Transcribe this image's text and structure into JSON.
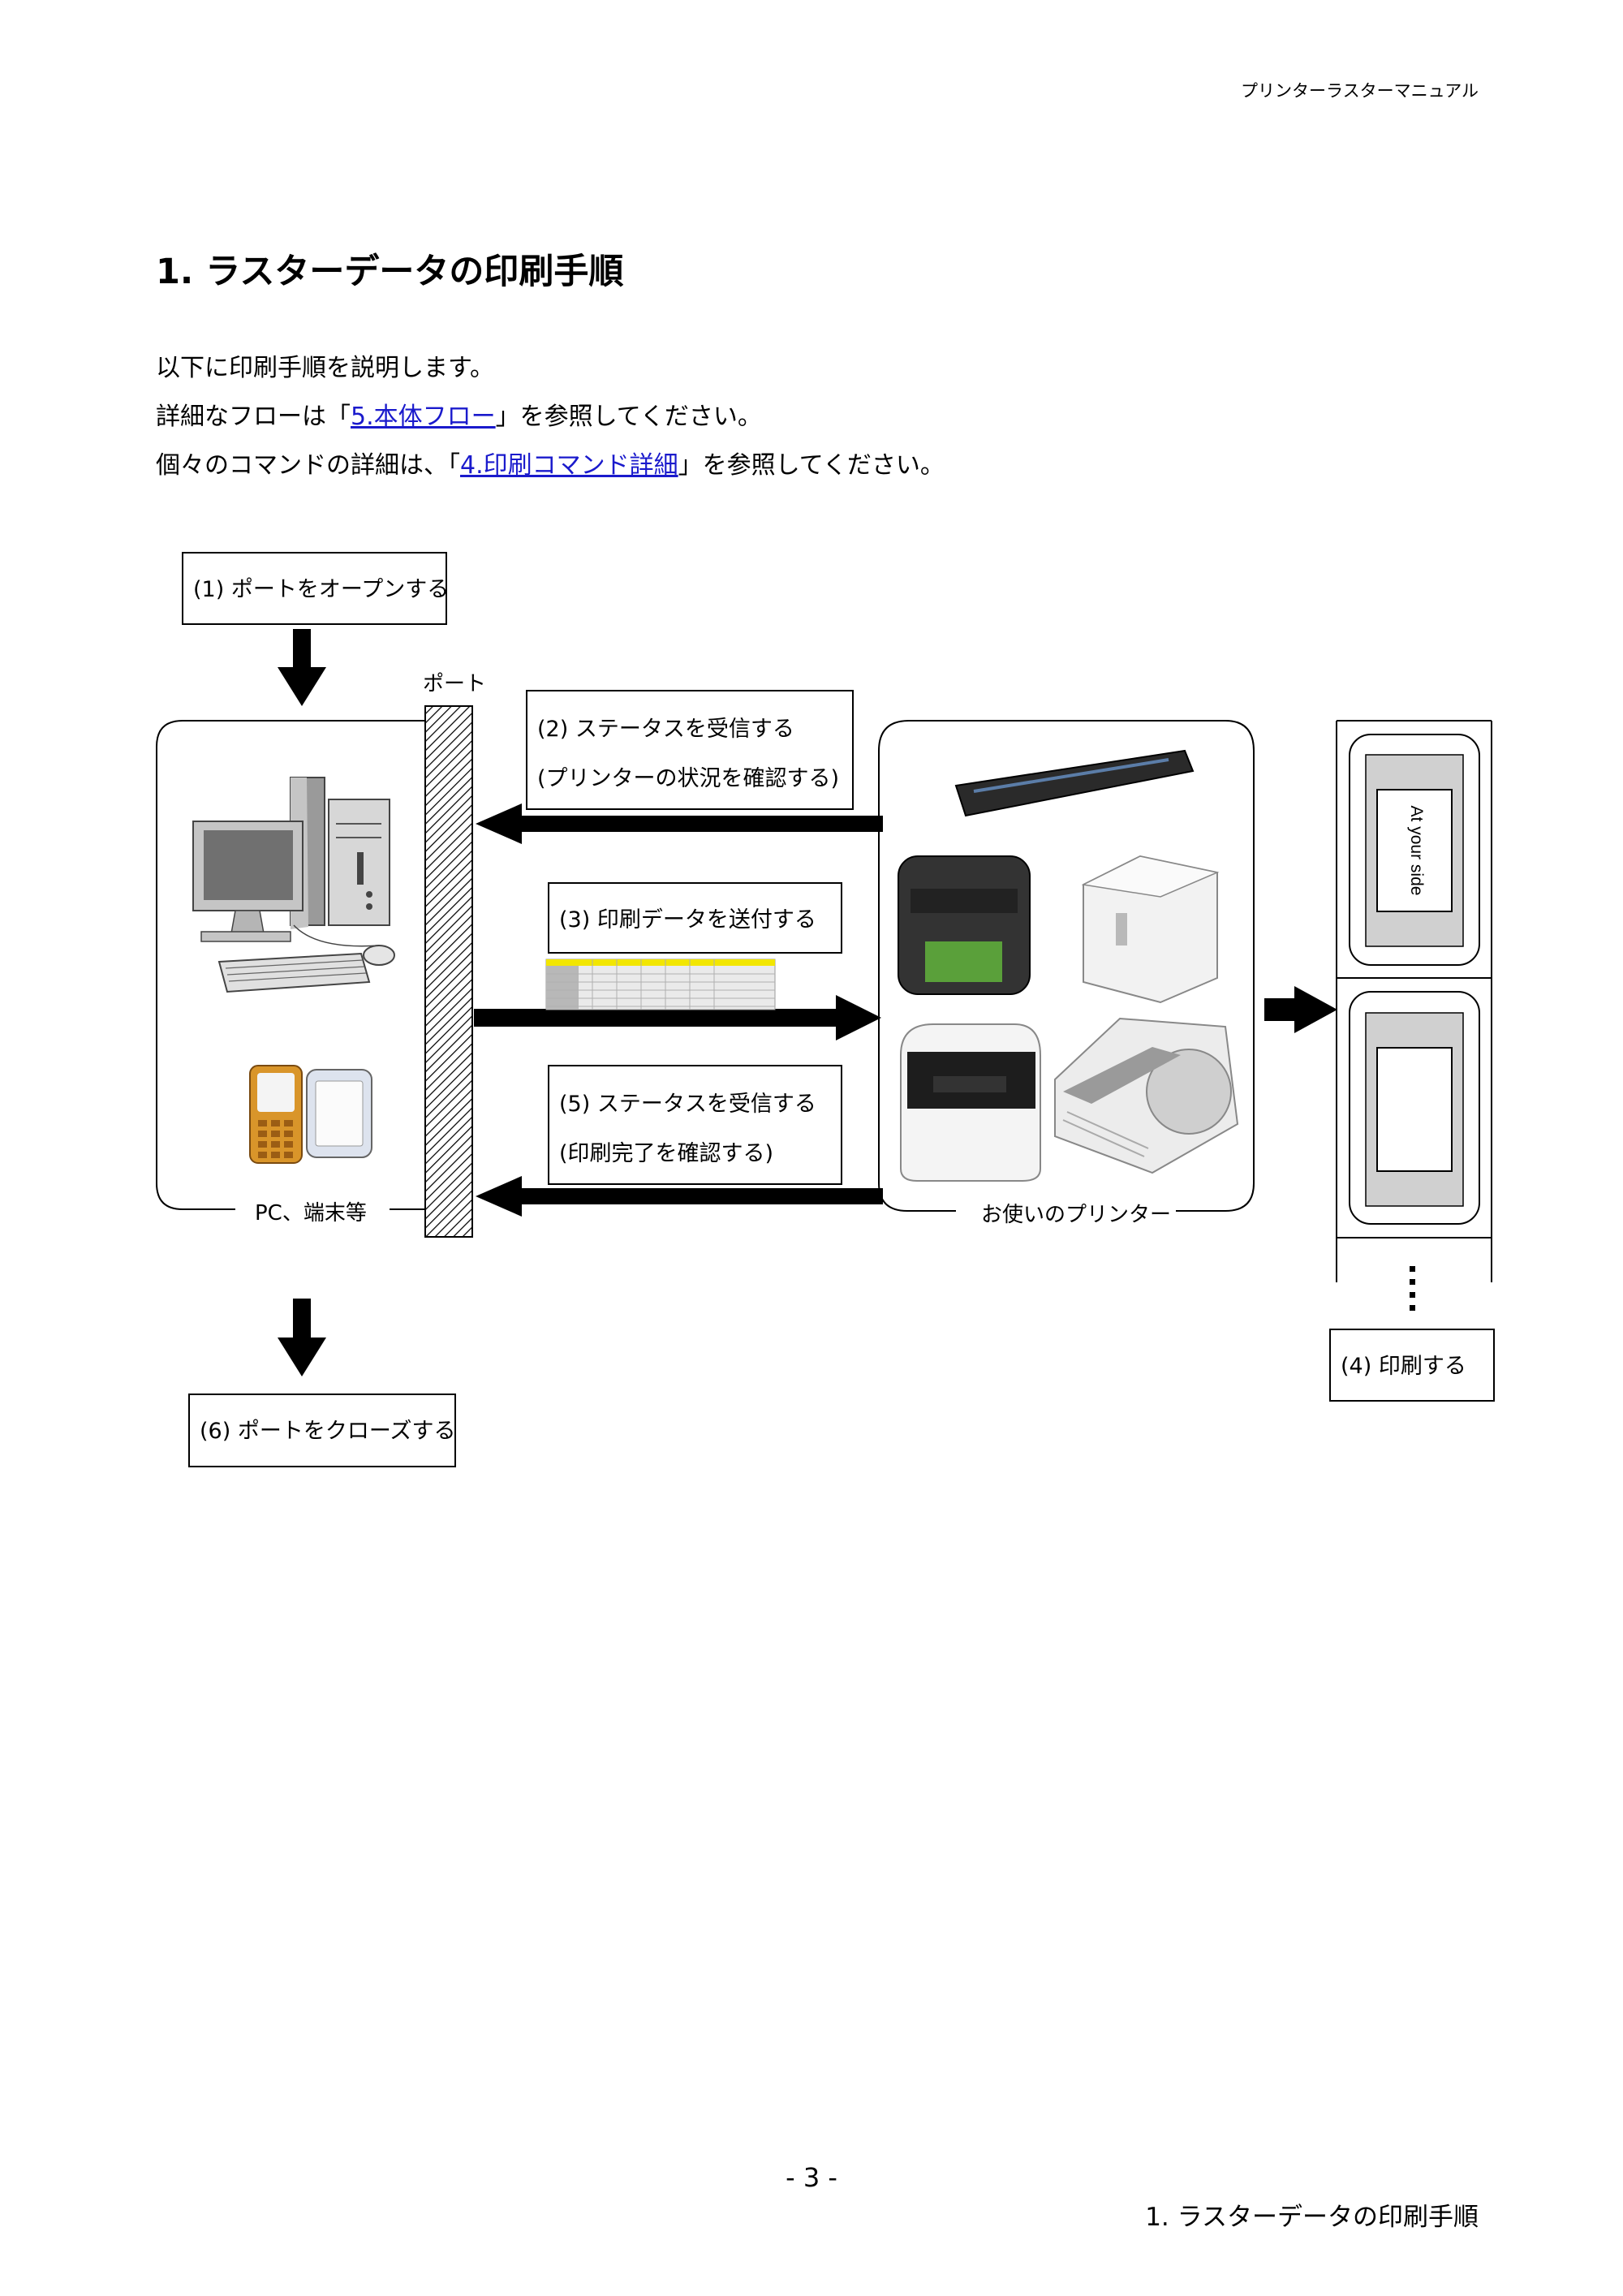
{
  "header": {
    "title": "プリンターラスターマニュアル"
  },
  "section": {
    "heading": "1.  ラスターデータの印刷手順"
  },
  "intro": {
    "line1": "以下に印刷手順を説明します。",
    "line2_pre": "詳細なフローは「",
    "line2_link": "5.本体フロー",
    "line2_post": "」を参照してください。",
    "line3_pre": "個々のコマンドの詳細は、「",
    "line3_link": "4.印刷コマンド詳細",
    "line3_post": "」を参照してください。"
  },
  "diagram": {
    "step1": "(1)  ポートをオープンする",
    "port_label": "ポート",
    "step2_line1": "(2)  ステータスを受信する",
    "step2_line2": "(プリンターの状況を確認する)",
    "step3": "(3)  印刷データを送付する",
    "step5_line1": "(5)  ステータスを受信する",
    "step5_line2": "(印刷完了を確認する)",
    "pc_label": "PC、端末等",
    "printer_label": "お使いのプリンター",
    "label_text": "At your side",
    "step4": "(4)  印刷する",
    "step6": "(6)  ポートをクローズする"
  },
  "footer": {
    "page": "- 3 -",
    "section_title": "1.  ラスターデータの印刷手順"
  }
}
